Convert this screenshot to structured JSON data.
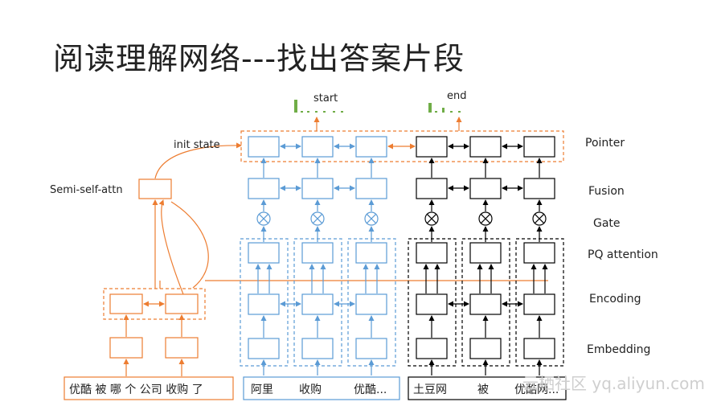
{
  "title": "阅读理解网络---找出答案片段",
  "labels": {
    "start": "start",
    "end": "end",
    "init_state": "init state",
    "semi_self_attn": "Semi-self-attn"
  },
  "layers": [
    "Pointer",
    "Fusion",
    "Gate",
    "PQ attention",
    "Encoding",
    "Embedding"
  ],
  "question_text": "优酷 被 哪 个 公司 收购 了",
  "passage_segment_1": [
    "阿里",
    "收购",
    "优酷..."
  ],
  "passage_segment_2": [
    "土豆网",
    "被",
    "优酷网..."
  ],
  "watermark": "云栖社区 yq.aliyun.com",
  "colors": {
    "question_branch": "#ed7d31",
    "passage_branch_1": "#5b9bd5",
    "passage_branch_2": "#000000",
    "answer_bars": "#70ad47"
  }
}
